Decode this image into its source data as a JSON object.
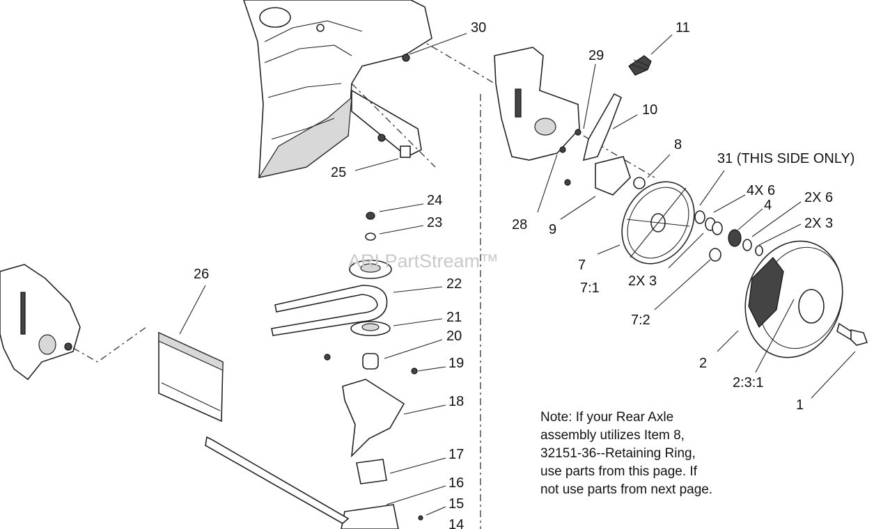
{
  "watermark": "ARI PartStream™",
  "callouts": {
    "c30": "30",
    "c11": "11",
    "c29": "29",
    "c10": "10",
    "c8": "8",
    "c31": "31 (THIS SIDE ONLY)",
    "c4x6": "4X 6",
    "c4": "4",
    "c2x6": "2X 6",
    "c2x3a": "2X 3",
    "c25": "25",
    "c28": "28",
    "c9": "9",
    "c7": "7",
    "c7_1": "7:1",
    "c2x3b": "2X 3",
    "c7_2": "7:2",
    "c24": "24",
    "c23": "23",
    "c26": "26",
    "c22": "22",
    "c21": "21",
    "c20": "20",
    "c19": "19",
    "c18": "18",
    "c17": "17",
    "c16": "16",
    "c15": "15",
    "c14": "14",
    "c2": "2",
    "c2_3_1": "2:3:1",
    "c1": "1"
  },
  "note": {
    "line1": "Note:  If your Rear Axle",
    "line2": "assembly utilizes Item 8,",
    "line3": "32151-36--Retaining Ring,",
    "line4": "use parts from this page.  If",
    "line5": "not use parts from next page."
  }
}
